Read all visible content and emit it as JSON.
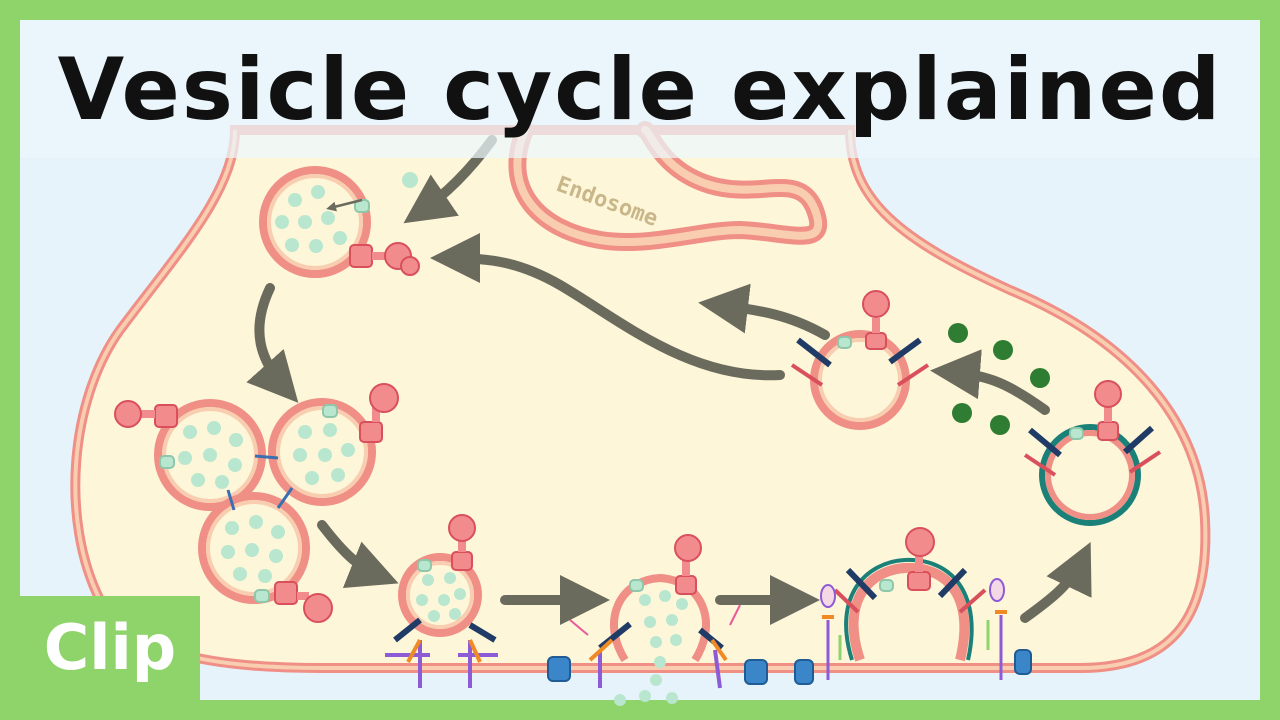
{
  "header": {
    "title": "Vesicle cycle explained"
  },
  "labels": {
    "endosome": "Endosome"
  },
  "badge": {
    "label": "Clip"
  },
  "colors": {
    "frame": "#8fd46a",
    "background": "#e6f3fb",
    "cytoplasm": "#fdf6d9",
    "membrane_outer": "#ef8f86",
    "membrane_inner": "#f9cdb0",
    "neurotransmitter": "#b9e6cf",
    "released_transmitter": "#2e7d32",
    "protein_pink": "#f28b8b",
    "snare_navy": "#1f3b66",
    "snare_red": "#d9505c",
    "clathrin_teal": "#1a8078",
    "channel_blue": "#3a86c8",
    "arrow_gray": "#6b6b5d",
    "orange": "#f08a24",
    "purple": "#8e5bd6"
  }
}
